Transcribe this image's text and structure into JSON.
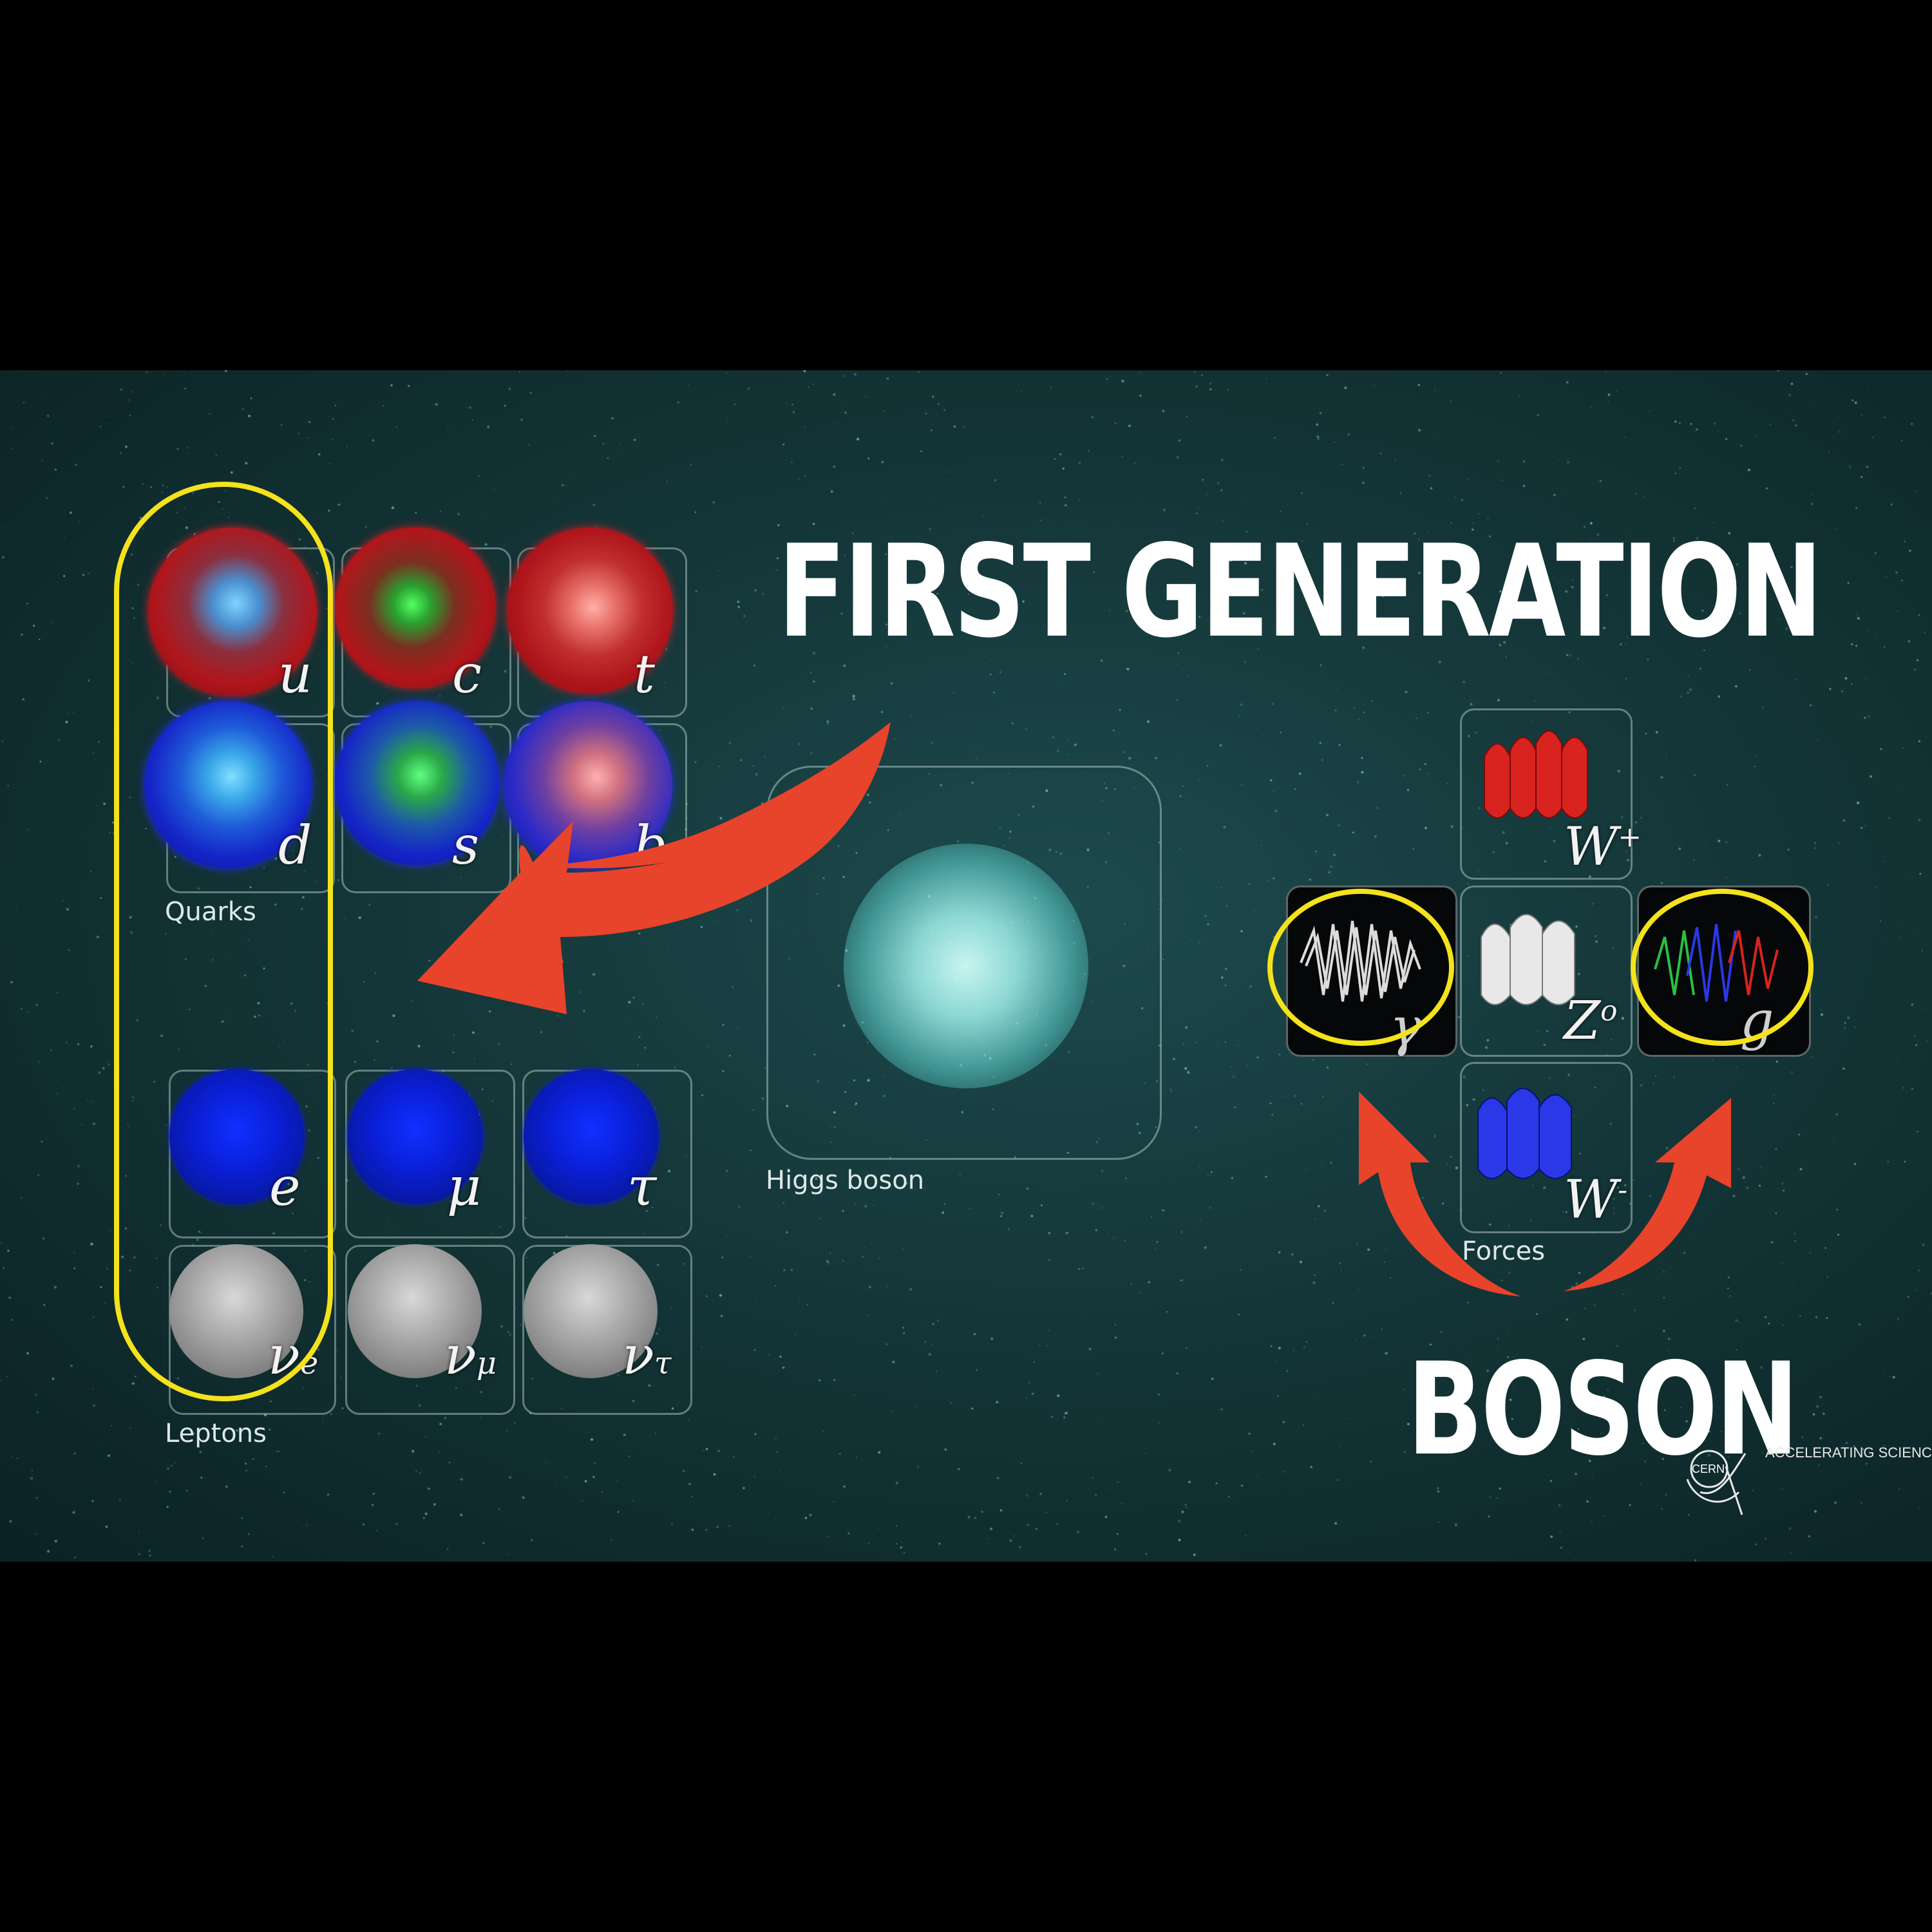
{
  "headline": "FIRST GENERATION",
  "boson_heading": "BOSON",
  "quarks": {
    "label": "Quarks",
    "row1": [
      "u",
      "c",
      "t"
    ],
    "row2": [
      "d",
      "s",
      "b"
    ]
  },
  "leptons": {
    "label": "Leptons",
    "row1": [
      "e",
      "μ",
      "τ"
    ],
    "row2": [
      {
        "base": "ν",
        "sub": "e"
      },
      {
        "base": "ν",
        "sub": "μ"
      },
      {
        "base": "ν",
        "sub": "τ"
      }
    ]
  },
  "higgs": {
    "label": "Higgs boson"
  },
  "forces": {
    "label": "Forces",
    "w_plus": {
      "base": "W",
      "sup": "+"
    },
    "photon": "γ",
    "z_zero": {
      "base": "Z",
      "sup": "o"
    },
    "gluon": "g",
    "w_minus": {
      "base": "W",
      "sup": "-"
    }
  },
  "logo": {
    "badge_text": "CERN",
    "tagline": "ACCELERATING SCIENC"
  },
  "colors": {
    "highlight": "#f4e21c",
    "arrow": "#e8432b",
    "background": "#143638",
    "quark_red": "#b0161c",
    "quark_blue": "#1524c8",
    "lepton_blue": "#0a1fd8",
    "neutrino_gray": "#9a9a9a"
  }
}
